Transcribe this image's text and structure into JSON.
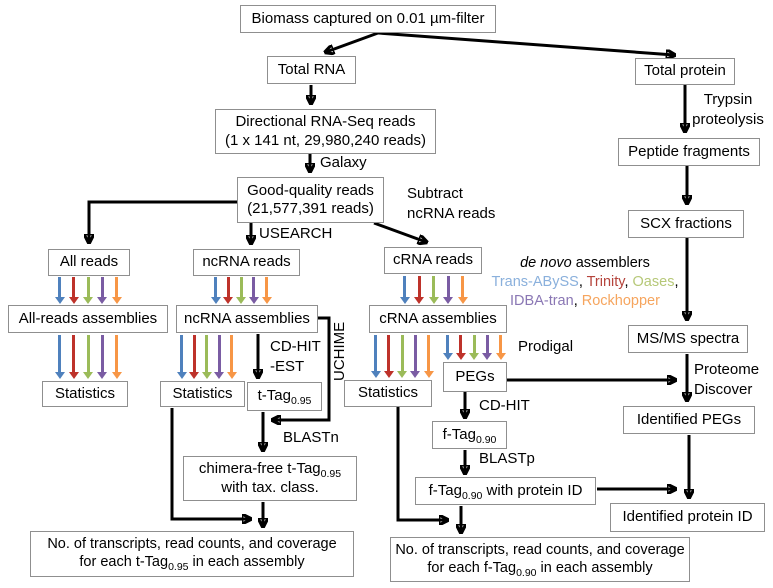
{
  "diagram": {
    "line_color": "#000000",
    "box_border_color": "#8f8f8f",
    "assembler_arrow_colors": [
      "#4f81bd",
      "#be322a",
      "#9bbb59",
      "#7a5ca3",
      "#f79646"
    ],
    "boxes": {
      "biomass": {
        "text": "Biomass captured on 0.01 µm-filter"
      },
      "total_rna": {
        "text": "Total RNA"
      },
      "total_protein": {
        "text": "Total protein"
      },
      "rnaseq_reads": {
        "line1": "Directional RNA-Seq reads",
        "line2": "(1 x 141 nt, 29,980,240 reads)"
      },
      "good_reads": {
        "line1": "Good-quality reads",
        "line2": "(21,577,391 reads)"
      },
      "peptide_fragments": {
        "text": "Peptide fragments"
      },
      "scx_fractions": {
        "text": "SCX fractions"
      },
      "all_reads": {
        "text": "All reads"
      },
      "ncrna_reads": {
        "text": "ncRNA reads"
      },
      "crna_reads": {
        "text": "cRNA reads"
      },
      "all_reads_assemblies": {
        "text": "All-reads assemblies"
      },
      "ncrna_assemblies": {
        "text": "ncRNA assemblies"
      },
      "crna_assemblies": {
        "text": "cRNA assemblies"
      },
      "msms_spectra": {
        "text": "MS/MS spectra"
      },
      "statistics_all": {
        "text": "Statistics"
      },
      "statistics_ncrna": {
        "text": "Statistics"
      },
      "statistics_crna": {
        "text": "Statistics"
      },
      "t_tag": {
        "text": "t-Tag",
        "sub": "0.95"
      },
      "pegs": {
        "text": "PEGs"
      },
      "identified_pegs": {
        "text": "Identified PEGs"
      },
      "f_tag": {
        "text": "f-Tag",
        "sub": "0.90"
      },
      "chimera_free": {
        "line1": "chimera-free t-Tag",
        "line1_sub": "0.95",
        "line2": "with tax. class."
      },
      "f_tag_protein": {
        "pre": "f-Tag",
        "sub": "0.90",
        "post": " with protein ID"
      },
      "identified_protein": {
        "text": "Identified protein ID"
      },
      "summary_t": {
        "line1": "No. of transcripts, read counts, and coverage",
        "line2_pre": "for each t-Tag",
        "line2_sub": "0.95",
        "line2_post": " in each assembly"
      },
      "summary_f": {
        "line1": "No. of transcripts, read counts, and coverage",
        "line2_pre": "for each f-Tag",
        "line2_sub": "0.90",
        "line2_post": " in each assembly"
      }
    },
    "labels": {
      "galaxy": "Galaxy",
      "usearch": "USEARCH",
      "subtract_line1": "Subtract",
      "subtract_line2": "ncRNA reads",
      "trypsin_line1": "Trypsin",
      "trypsin_line2": "proteolysis",
      "cdhit_est_line1": "CD-HIT",
      "cdhit_est_line2": "-EST",
      "uchime": "UCHIME",
      "prodigal": "Prodigal",
      "proteome_line1": "Proteome",
      "proteome_line2": "Discover",
      "cdhit": "CD-HIT",
      "blastn": "BLASTn",
      "blastp": "BLASTp"
    },
    "legend": {
      "title_italic": "de novo",
      "title_rest": " assemblers",
      "lines": [
        [
          {
            "text": "Trans-ABySS",
            "color": "#8ab0dc"
          },
          {
            "text": ", ",
            "color": "#000000"
          },
          {
            "text": "Trinity",
            "color": "#b5443c"
          },
          {
            "text": ", ",
            "color": "#000000"
          },
          {
            "text": "Oases",
            "color": "#b6c878"
          },
          {
            "text": ",",
            "color": "#000000"
          }
        ],
        [
          {
            "text": "IDBA-tran",
            "color": "#8a77b4"
          },
          {
            "text": ", ",
            "color": "#000000"
          },
          {
            "text": "Rockhopper",
            "color": "#f6a55e"
          }
        ]
      ]
    }
  }
}
